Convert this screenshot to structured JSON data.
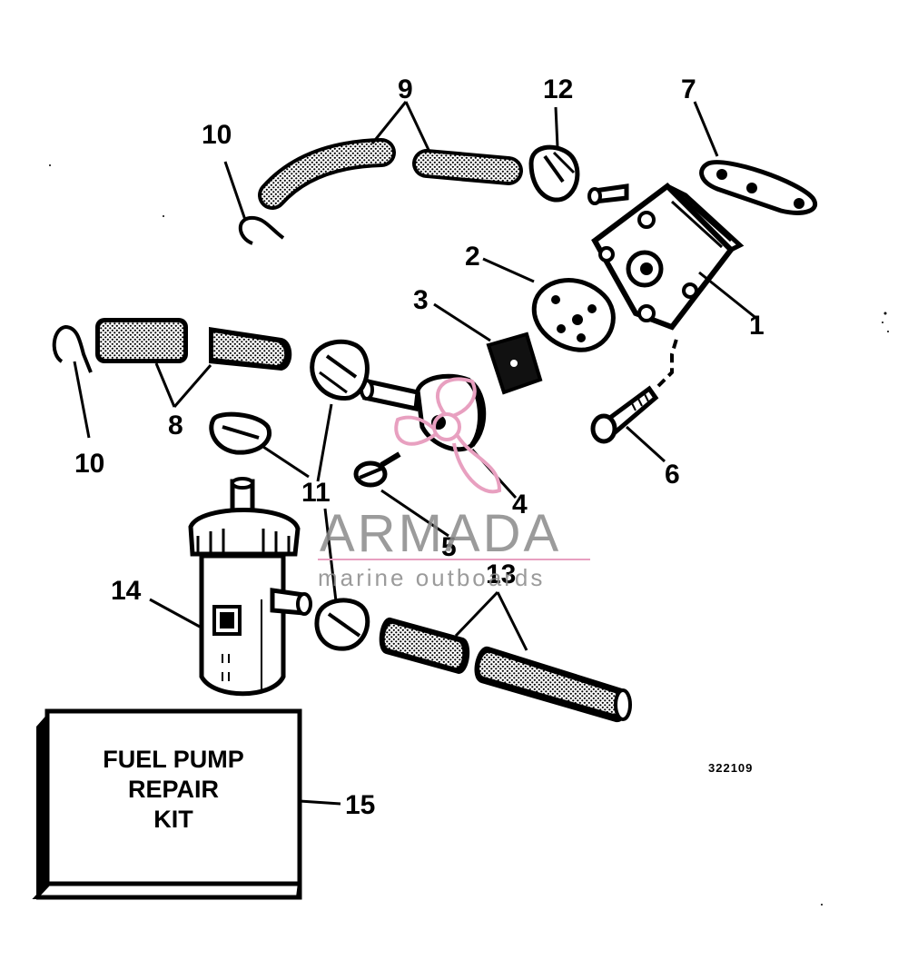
{
  "diagram": {
    "callouts": {
      "c1": "1",
      "c2": "2",
      "c3": "3",
      "c4": "4",
      "c5": "5",
      "c6": "6",
      "c7": "7",
      "c8": "8",
      "c9": "9",
      "c10a": "10",
      "c10b": "10",
      "c11": "11",
      "c12": "12",
      "c13": "13",
      "c14": "14",
      "c15": "15"
    },
    "kit_box": {
      "line1": "FUEL PUMP",
      "line2": "REPAIR",
      "line3": "KIT"
    },
    "reference_number": "322109"
  },
  "watermark": {
    "brand": "ARMADA",
    "tagline": "marine outboards",
    "accent_color": "#e8a0c0"
  }
}
